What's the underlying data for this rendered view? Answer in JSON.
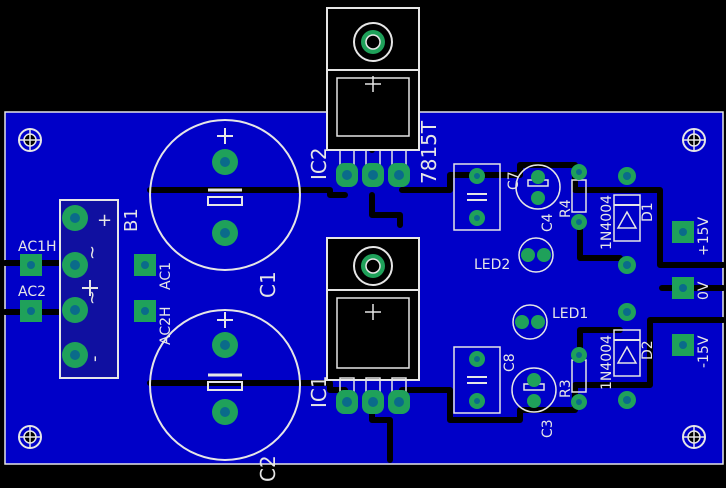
{
  "colors": {
    "background": "#000000",
    "copper": "#0000c8",
    "pad_ring": "#1fa15a",
    "pad_hole": "#0a6b8a",
    "silkscreen": "#e6e6e6",
    "trace": "#000000"
  },
  "labels": {
    "ic2": "IC2",
    "ic1": "IC1",
    "reg_part": "7815T",
    "c1": "C1",
    "c2": "C2",
    "c3": "C3",
    "c4": "C4",
    "c7": "C7",
    "c8": "C8",
    "b1": "B1",
    "ac1h": "AC1H",
    "ac2": "AC2",
    "ac1": "AC1",
    "ac2h": "AC2H",
    "led1": "LED1",
    "led2": "LED2",
    "r3": "R3",
    "r4": "R4",
    "d1": "D1",
    "d2": "D2",
    "diode_part_top": "1N4004",
    "diode_part_bottom": "1N4004",
    "out_pos": "+15V",
    "out_zero": "0V",
    "out_neg": "-15V",
    "plus": "+",
    "minus": "-",
    "tilde": "~"
  }
}
